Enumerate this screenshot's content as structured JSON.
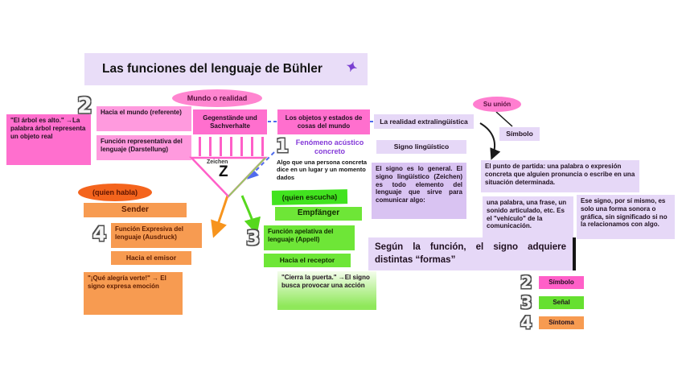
{
  "title": "Las funciones del lenguaje de Bühler",
  "icons": {
    "sparkle": "✦"
  },
  "colors": {
    "pink": "#ff6fce",
    "pink_light": "#ff9ade",
    "purple_light": "#e6d8f7",
    "purple_mid": "#d9c3f2",
    "orange": "#f79b51",
    "orange_deep": "#f4641d",
    "green": "#6ee637",
    "arrow_blue": "#4f6bed",
    "accent_text_purple": "#7a3fd1"
  },
  "world": {
    "cloud": "Mundo o realidad",
    "number": "2",
    "hacia": "Hacia el mundo (referente)",
    "funcion": "Función representativa del lenguaje (Darstellung)",
    "example": "\"El árbol es alto.\" →La palabra árbol representa un objeto real",
    "gegenstande": "Gegenstände und Sachverhalte",
    "objetos": "Los objetos y estados de cosas del mundo",
    "realidad": "La realidad extralingüística",
    "su_union": "Su unión",
    "simbolo": "Símbolo"
  },
  "sign": {
    "number": "1",
    "fenomeno": "Fenómeno acústico concreto",
    "algo": "Algo que una persona concreta dice en un lugar y un momento dados",
    "signo_linguistico": "Signo lingüístico",
    "general": "El signo es lo general. El signo lingüístico (Zeichen) es todo elemento del lenguaje que sirve para comunicar algo:",
    "punto_partida": "El punto de partida: una palabra o expresión concreta que alguien pronuncia o escribe en una situación determinada.",
    "vehiculo": "una palabra, una frase, un sonido articulado, etc. Es el \"vehículo\" de la comunicación.",
    "forma": "Ese signo, por sí mismo, es solo una forma sonora o gráfica, sin significado si no la relacionamos con algo.",
    "zeichen": "Zeichen",
    "z": "Z"
  },
  "sender": {
    "cloud": "(quien habla)",
    "label": "Sender",
    "number": "4",
    "funcion": "Función Expresiva del lenguaje (Ausdruck)",
    "hacia": "Hacia el emisor",
    "example": "\"¡Qué alegría verte!\" → El signo expresa emoción"
  },
  "receiver": {
    "cloud": "(quien escucha)",
    "label": "Empfänger",
    "number": "3",
    "funcion": "Función apelativa del lenguaje (Appell)",
    "hacia": "Hacia el receptor",
    "example": "\"Cierra la puerta.\" →El signo busca provocar una acción"
  },
  "formas": {
    "heading": "Según la función, el signo adquiere distintas “formas”",
    "items": [
      {
        "number": "2",
        "label": "Símbolo"
      },
      {
        "number": "3",
        "label": "Señal"
      },
      {
        "number": "4",
        "label": "Síntoma"
      }
    ]
  }
}
